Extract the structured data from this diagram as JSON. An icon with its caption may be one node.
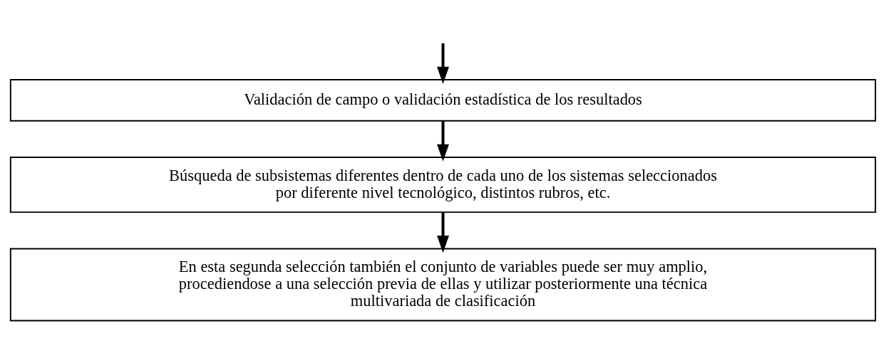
{
  "diagram": {
    "nodes": [
      {
        "text": [
          "Validación de campo o validación estadística de los resultados"
        ]
      },
      {
        "text": [
          "Búsqueda de subsistemas diferentes dentro de cada uno de los sistemas seleccionados por diferente nivel tecnológico, distintos rubros, etc."
        ]
      },
      {
        "text": [
          "En esta segunda selección también el conjunto de variables puede ser muy amplio, procediendose a una selección previa de ellas y utilizar posteriormente una técnica multivariada de clasificación"
        ]
      }
    ],
    "edges": [
      {
        "from": null,
        "to": 0,
        "arrow": "to"
      },
      {
        "from": 0,
        "to": 1,
        "arrow": "to"
      },
      {
        "from": 1,
        "to": 2,
        "arrow": "to"
      }
    ]
  }
}
